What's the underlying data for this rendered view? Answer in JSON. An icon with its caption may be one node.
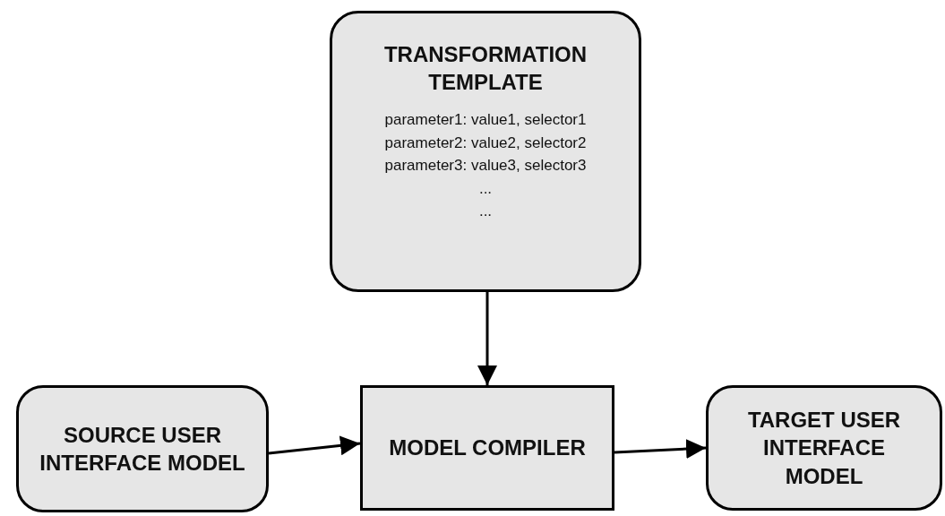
{
  "diagram": {
    "nodes": [
      {
        "text": [
          "TRANSFORMATION TEMPLATE",
          "parameter1: value1, selector1",
          "parameter2: value2, selector2",
          "parameter3: value3, selector3",
          "...",
          "..."
        ]
      },
      {
        "text": [
          "SOURCE USER INTERFACE MODEL"
        ]
      },
      {
        "text": [
          "MODEL COMPILER"
        ]
      },
      {
        "text": [
          "TARGET USER INTERFACE MODEL"
        ]
      }
    ],
    "edges": [
      {
        "from": 0,
        "to": 2,
        "arrow": "to"
      },
      {
        "from": 1,
        "to": 2,
        "arrow": "to"
      },
      {
        "from": 2,
        "to": 3,
        "arrow": "to"
      }
    ]
  }
}
